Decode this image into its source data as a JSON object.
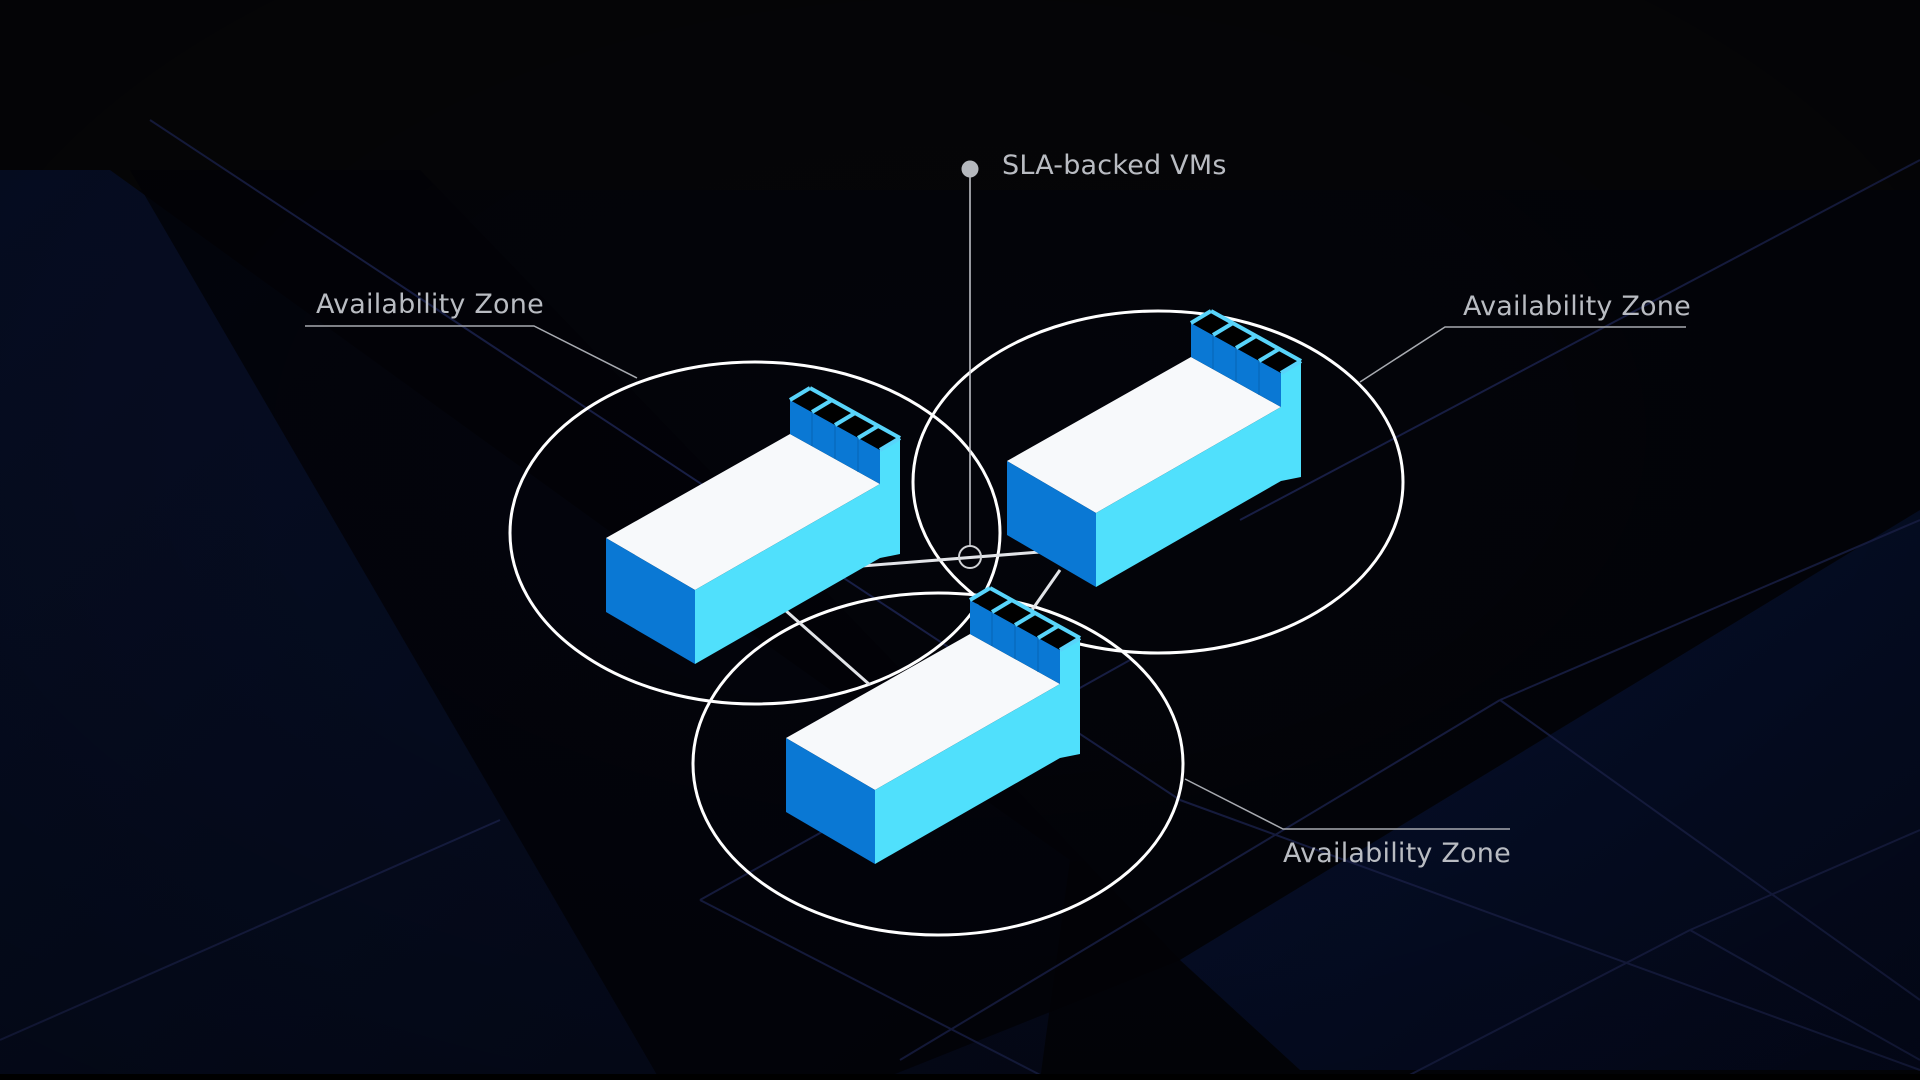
{
  "diagram": {
    "title": "SLA-backed VMs",
    "callout_label": "SLA-backed VMs",
    "zones": [
      {
        "id": "zone-left",
        "label": "Availability Zone"
      },
      {
        "id": "zone-right",
        "label": "Availability Zone"
      },
      {
        "id": "zone-bottom",
        "label": "Availability Zone"
      }
    ]
  },
  "colors": {
    "background": "#03040b",
    "background_navy": "#060d24",
    "grid_line": "#1b2450",
    "ellipse_stroke": "#ffffff",
    "label_text": "#b9bcc2",
    "box_top": "#f7f9fb",
    "box_front_dark": "#0a78d4",
    "box_side_light": "#50e0fc",
    "connector": "#d8dadf"
  },
  "icons": {
    "datacenter": "datacenter-building-icon",
    "callout_dot": "callout-dot-icon"
  }
}
